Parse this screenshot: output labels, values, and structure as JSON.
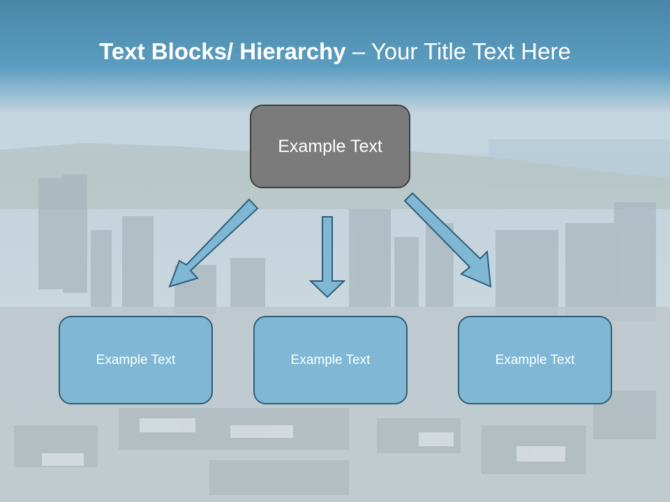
{
  "slide": {
    "title_bold": "Text Blocks/ Hierarchy",
    "title_sep": " – ",
    "title_rest": "Your Title Text Here"
  },
  "hierarchy": {
    "root": {
      "label": "Example Text"
    },
    "children": [
      {
        "label": "Example Text"
      },
      {
        "label": "Example Text"
      },
      {
        "label": "Example Text"
      }
    ]
  },
  "colors": {
    "title_band": "#5b9dc0",
    "root_fill": "#7b7b7b",
    "child_fill": "#7fb7d4",
    "arrow_fill": "#7fb7d4",
    "arrow_stroke": "#2d5f7a"
  },
  "background": {
    "description_icon": "city-skyline-photo"
  }
}
